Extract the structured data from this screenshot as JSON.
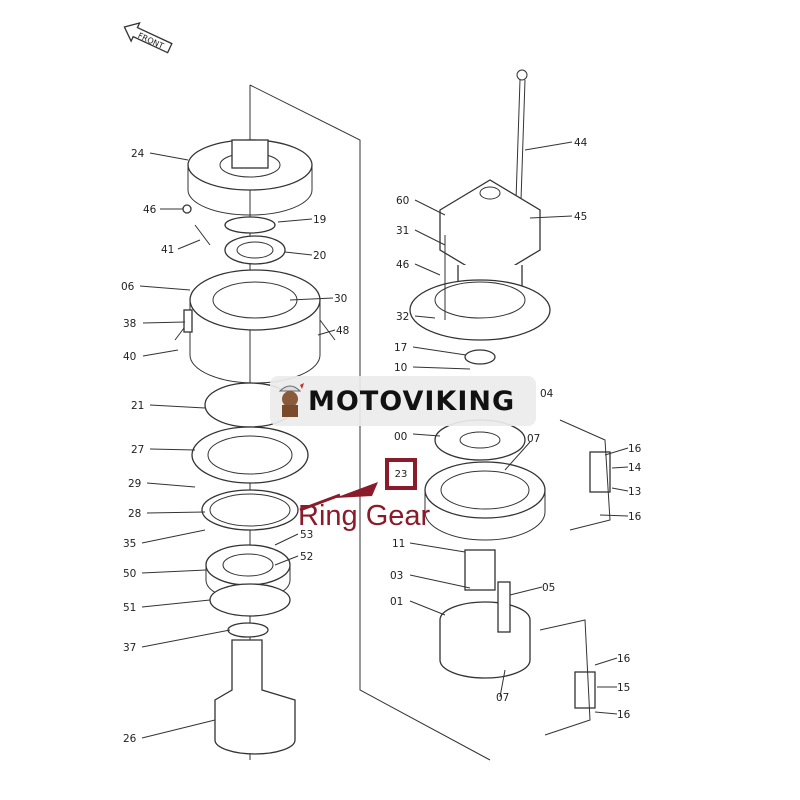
{
  "direction_label": "FRONT",
  "brand": {
    "name": "MOTOVIKING",
    "logo_icon": "viking-mascot-icon"
  },
  "callout": {
    "part_number": "23",
    "label": "Ring Gear",
    "color": "#8b1a2b"
  },
  "left_labels": [
    "24",
    "46",
    "19",
    "41",
    "20",
    "06",
    "30",
    "38",
    "48",
    "40",
    "21",
    "27",
    "29",
    "28",
    "35",
    "53",
    "52",
    "50",
    "51",
    "37",
    "26"
  ],
  "right_labels": [
    "44",
    "45",
    "60",
    "31",
    "46",
    "32",
    "17",
    "10",
    "04",
    "00",
    "07",
    "16",
    "14",
    "13",
    "16",
    "11",
    "03",
    "05",
    "01",
    "16",
    "15",
    "07",
    "16"
  ]
}
